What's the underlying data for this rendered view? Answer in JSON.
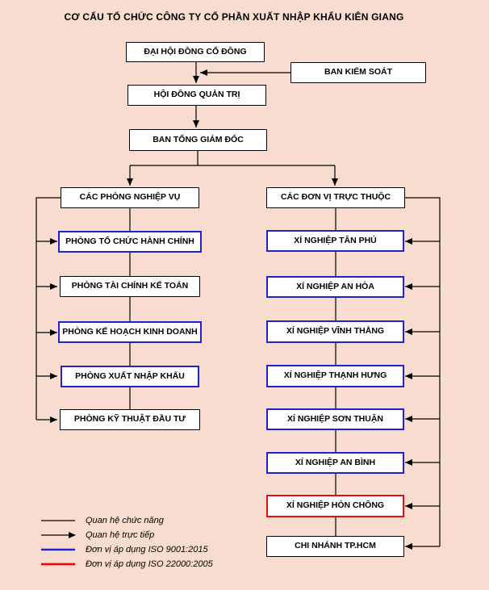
{
  "title": "CƠ CẤU TỔ CHỨC CÔNG TY CỔ PHẦN XUẤT NHẬP KHẨU KIÊN GIANG",
  "top_chain": {
    "shareholders_meeting": "ĐẠI HỘI ĐỒNG CỔ ĐÔNG",
    "supervisory_board": "BAN KIỂM SOÁT",
    "board_of_directors": "HỘI ĐỒNG QUẢN TRỊ",
    "general_directors": "BAN TỔNG GIÁM ĐỐC"
  },
  "left_branch": {
    "header": "CÁC PHÒNG NGHIỆP VỤ",
    "items": [
      {
        "label": "PHÒNG TỔ CHỨC HÀNH CHÍNH",
        "style": "iso9001"
      },
      {
        "label": "PHÒNG TÀI CHÍNH KẾ TOÁN",
        "style": "normal"
      },
      {
        "label": "PHÒNG KẾ HOẠCH KINH DOANH",
        "style": "iso9001"
      },
      {
        "label": "PHÒNG XUẤT NHẬP KHẨU",
        "style": "iso9001"
      },
      {
        "label": "PHÒNG KỸ THUẬT ĐẦU TƯ",
        "style": "normal"
      }
    ]
  },
  "right_branch": {
    "header": "CÁC ĐƠN VỊ TRỰC THUỘC",
    "items": [
      {
        "label": "XÍ NGHIỆP TÂN PHÚ",
        "style": "iso9001"
      },
      {
        "label": "XÍ NGHIỆP AN HÒA",
        "style": "iso9001"
      },
      {
        "label": "XÍ NGHIỆP VĨNH THẮNG",
        "style": "iso9001"
      },
      {
        "label": "XÍ NGHIỆP THẠNH HƯNG",
        "style": "iso9001"
      },
      {
        "label": "XÍ NGHIỆP SƠN THUẬN",
        "style": "iso9001"
      },
      {
        "label": "XÍ NGHIỆP AN BÌNH",
        "style": "iso9001"
      },
      {
        "label": "XÍ NGHIỆP HÒN CHÔNG",
        "style": "iso22000"
      },
      {
        "label": "CHI NHÁNH TP.HCM",
        "style": "normal"
      }
    ]
  },
  "legend": {
    "items": [
      {
        "label": "Quan hệ chức năng",
        "swatch": "plain-black-line"
      },
      {
        "label": "Quan hệ trực tiếp",
        "swatch": "arrow-black-line"
      },
      {
        "label": "Đơn vị áp dụng ISO 9001:2015",
        "swatch": "blue-line"
      },
      {
        "label": "Đơn vị áp dụng ISO 22000:2005",
        "swatch": "red-line"
      }
    ]
  },
  "colors": {
    "background": "#f8dccf",
    "box_fill": "#ffffff",
    "line": "#000000",
    "iso9001_border": "#2222cc",
    "iso22000_border": "#e01010"
  }
}
